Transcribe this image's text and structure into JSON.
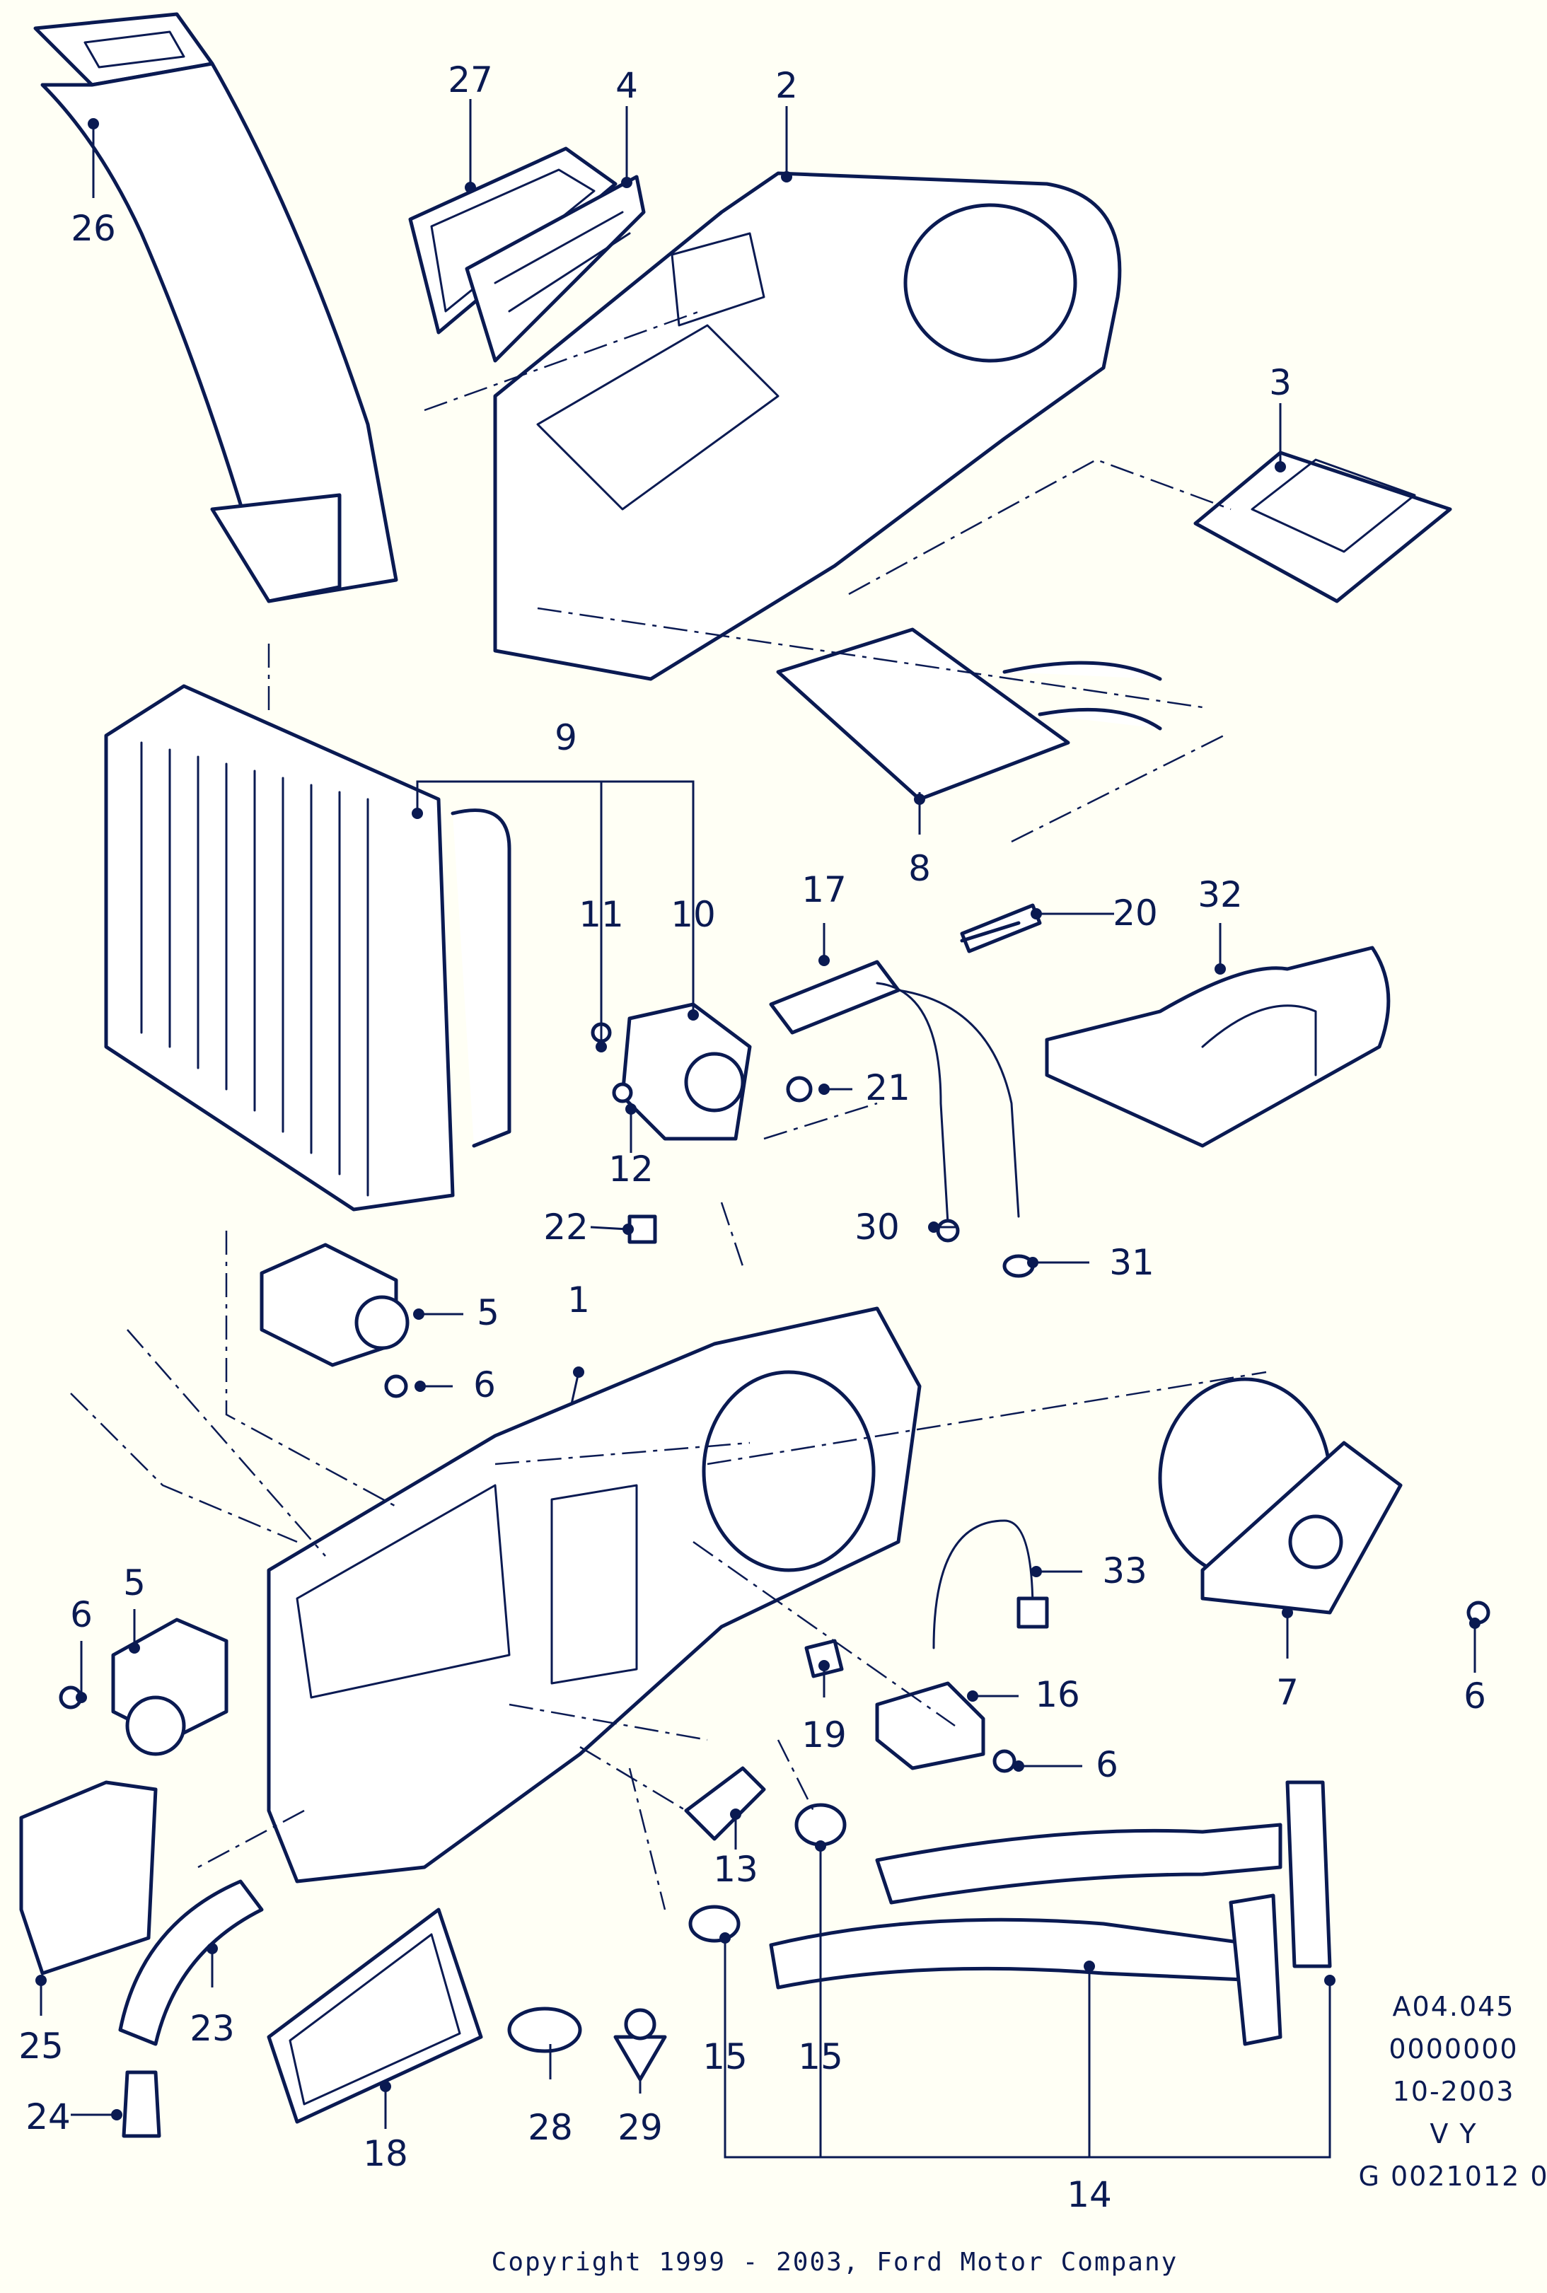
{
  "callouts": [
    "1",
    "2",
    "3",
    "4",
    "5",
    "5",
    "6",
    "6",
    "6",
    "6",
    "7",
    "8",
    "9",
    "10",
    "11",
    "12",
    "13",
    "14",
    "15",
    "15",
    "16",
    "17",
    "18",
    "19",
    "20",
    "21",
    "22",
    "23",
    "24",
    "25",
    "26",
    "27",
    "28",
    "29",
    "30",
    "31",
    "32",
    "33"
  ],
  "meta": {
    "line1": "A04.045",
    "line2": "0000000",
    "line3": "10-2003",
    "line4": "V Y",
    "line5": "G 0021012 0"
  },
  "copyright": "Copyright 1999 - 2003, Ford Motor Company",
  "colors": {
    "ink": "#0a1a52",
    "paper": "#fffff5"
  }
}
